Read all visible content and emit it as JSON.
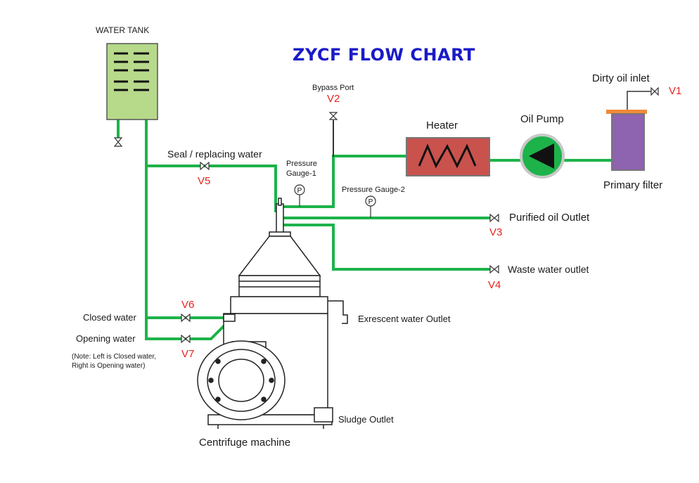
{
  "title": "ZYCF FLOW CHART",
  "colors": {
    "pipe": "#1db34a",
    "valve_label": "#e8231e",
    "title": "#1a1ac8",
    "tank_fill": "#b6d98a",
    "heater_fill": "#c9524d",
    "filter_fill": "#8e63b0",
    "filter_top": "#f08a3a"
  },
  "components": {
    "water_tank": "WATER TANK",
    "heater": "Heater",
    "oil_pump": "Oil Pump",
    "primary_filter": "Primary filter",
    "centrifuge": "Centrifuge machine"
  },
  "labels": {
    "bypass_port": "Bypass Port",
    "dirty_oil_inlet": "Dirty oil inlet",
    "seal_water": "Seal / replacing water",
    "pressure_gauge_1_line1": "Pressure",
    "pressure_gauge_1_line2": "Gauge-1",
    "pressure_gauge_2": "Pressure Gauge-2",
    "purified_oil_outlet": "Purified oil Outlet",
    "waste_water_outlet": "Waste water outlet",
    "exrescent_water_outlet": "Exrescent water Outlet",
    "closed_water": "Closed water",
    "opening_water": "Opening water",
    "note_line1": "(Note: Left is Closed water,",
    "note_line2": "Right is Opening water)",
    "sludge_outlet": "Sludge Outlet",
    "gauge_symbol": "P"
  },
  "valves": {
    "v1": "V1",
    "v2": "V2",
    "v3": "V3",
    "v4": "V4",
    "v5": "V5",
    "v6": "V6",
    "v7": "V7"
  }
}
